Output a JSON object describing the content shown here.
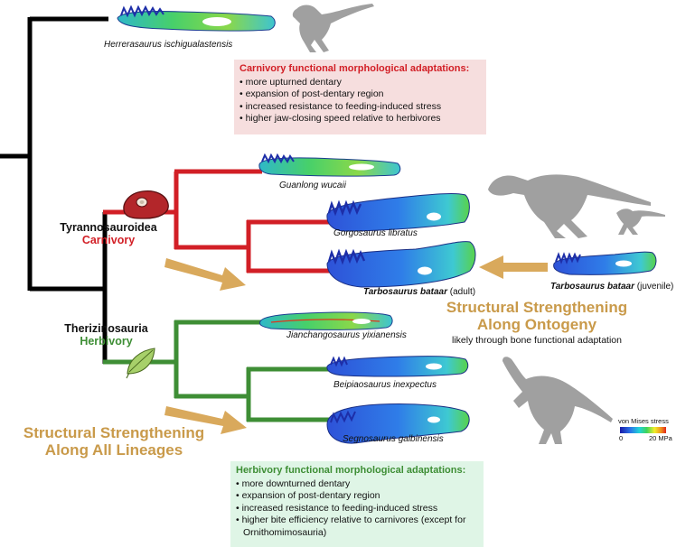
{
  "species": {
    "herrerasaurus": "Herrerasaurus ischigualastensis",
    "guanlong": "Guanlong wucaii",
    "gorgosaurus": "Gorgosaurus libratus",
    "tarbosaurus_adult": "Tarbosaurus bataar",
    "tarbosaurus_adult_suffix": "(adult)",
    "tarbosaurus_juvenile": "Tarbosaurus bataar",
    "tarbosaurus_juvenile_suffix": "(juvenile)",
    "jianchangosaurus": "Jianchangosaurus yixianensis",
    "beipiaosaurus": "Beipiaosaurus inexpectus",
    "segnosaurus": "Segnosaurus galbinensis"
  },
  "clades": {
    "tyrannosauroidea": {
      "name": "Tyrannosauroidea",
      "diet": "Carnivory"
    },
    "therizinosauria": {
      "name": "Therizinosauria",
      "diet": "Herbivory"
    }
  },
  "carnivory_box": {
    "title": "Carnivory functional morphological adaptations:",
    "items": [
      "more upturned dentary",
      "expansion of post-dentary region",
      "increased resistance to feeding-induced stress",
      "higher jaw-closing speed relative to herbivores"
    ]
  },
  "herbivory_box": {
    "title": "Herbivory functional morphological adaptations:",
    "items": [
      "more downturned dentary",
      "expansion of post-dentary region",
      "increased resistance to feeding-induced stress",
      "higher bite efficiency relative to carnivores (except for Ornithomimosauria)"
    ]
  },
  "ontogeny": {
    "line1": "Structural Strengthening",
    "line2": "Along Ontogeny",
    "sub": "likely through bone functional adaptation"
  },
  "lineages": {
    "line1": "Structural Strengthening",
    "line2": "Along All Lineages"
  },
  "legend": {
    "title": "von Mises stress",
    "min": "0",
    "max": "20 MPa"
  },
  "colors": {
    "base_branch": "#000000",
    "carnivory": "#d21f26",
    "herbivory": "#3e8e35",
    "arrow": "#d9a95c",
    "ontogeny_text": "#c99a4a",
    "carnivory_box_bg": "#f6dede",
    "herbivory_box_bg": "#dff5e6",
    "silhouette": "#a0a0a0"
  }
}
